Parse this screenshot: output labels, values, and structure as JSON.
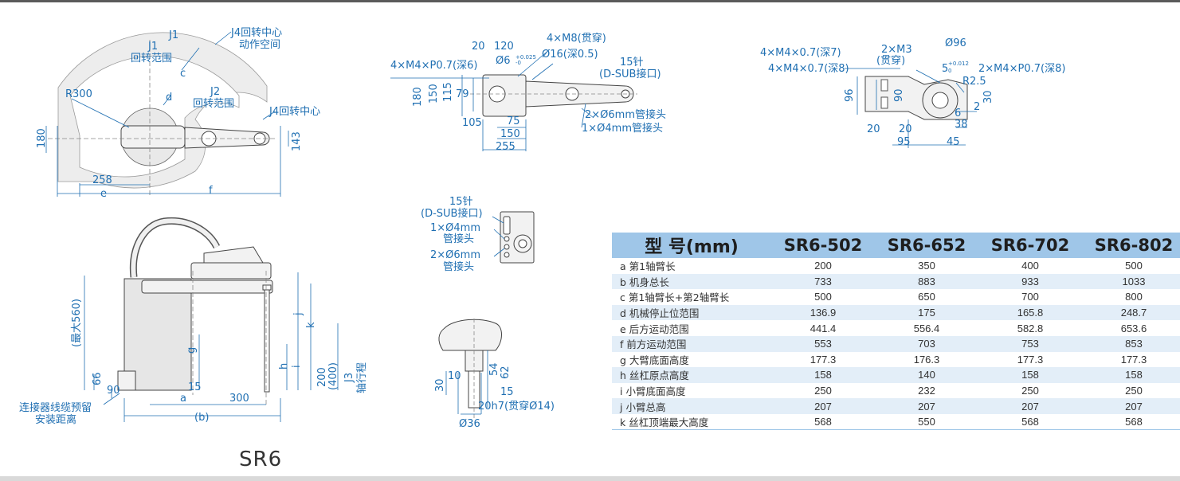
{
  "model": "SR6",
  "top_view": {
    "j1_label": "J1",
    "j1_range": [
      "J1",
      "回转范围"
    ],
    "j4_space": [
      "J4回转中心",
      "动作空间"
    ],
    "c": "c",
    "d": "d",
    "r300": "R300",
    "j2_range": [
      "J2",
      "回转范围"
    ],
    "j4_center": "J4回转中心",
    "dim_180": "180",
    "dim_143": "143",
    "dim_258": "258",
    "e": "e",
    "f": "f"
  },
  "arm_top_view": {
    "tap_m4_p07": "4×M4×P0.7(深6)",
    "dim_20": "20",
    "dim_120": "120",
    "tap_m8": "4×M8(贯穿)",
    "bore_6": "Ø6",
    "bore_6_tol": [
      "+0.025",
      "-0"
    ],
    "bore_16": "Ø16(深0.5)",
    "pin15": [
      "15针",
      "(D-SUB接口)"
    ],
    "dim_180": "180",
    "dim_150": "150",
    "dim_115": "115",
    "dim_79": "79",
    "dim_105": "105",
    "dim_75": "75",
    "dim_150b": "150",
    "dim_255": "255",
    "fitting_6": "2×Ø6mm管接头",
    "fitting_4": "1×Ø4mm管接头"
  },
  "arm_end_view": {
    "tap_m4_7": "4×M4×0.7(深7)",
    "tap_m4_8": "4×M4×0.7(深8)",
    "tap_m3": [
      "2×M3",
      "(贯穿)"
    ],
    "bore_96": "Ø96",
    "bore_5": "5",
    "bore_5_tol": [
      "+0.012",
      "0"
    ],
    "tap_m4_p07_8": "2×M4×P0.7(深8)",
    "r25": "R2.5",
    "dim_30": "30",
    "dim_96": "96",
    "dim_90": "90",
    "dim_6": "6",
    "dim_2": "2",
    "dim_38": "38",
    "dim_20a": "20",
    "dim_20b": "20",
    "dim_95": "95",
    "dim_45": "45"
  },
  "connector_panel": {
    "pin15": [
      "15针",
      "(D-SUB接口)"
    ],
    "fitting_4": [
      "1×Ø4mm",
      "管接头"
    ],
    "fitting_6": [
      "2×Ø6mm",
      "管接头"
    ]
  },
  "side_view": {
    "max560": "(最大560)",
    "dim_66": "66",
    "dim_90": "90",
    "cable_note": [
      "连接器线缆预留",
      "安装距离"
    ],
    "g": "g",
    "a": "a",
    "dim_15": "15",
    "dim_300": "300",
    "b": "(b)",
    "h": "h",
    "i": "i",
    "j": "j",
    "k": "k",
    "stroke_200": "200",
    "stroke_400": "(400)",
    "j3_stroke": [
      "J3",
      "轴行程"
    ]
  },
  "flange_view": {
    "dim_30": "30",
    "dim_10": "10",
    "dim_54": "54",
    "dim_62": "62",
    "dim_15": "15",
    "shaft": "20h7(贯穿Ø14)",
    "bore_36": "Ø36"
  },
  "spec_table": {
    "header": [
      "型 号(mm)",
      "SR6-502",
      "SR6-652",
      "SR6-702",
      "SR6-802"
    ],
    "rows": [
      [
        "a 第1轴臂长",
        "200",
        "350",
        "400",
        "500"
      ],
      [
        "b 机身总长",
        "733",
        "883",
        "933",
        "1033"
      ],
      [
        "c 第1轴臂长+第2轴臂长",
        "500",
        "650",
        "700",
        "800"
      ],
      [
        "d 机械停止位范围",
        "136.9",
        "175",
        "165.8",
        "248.7"
      ],
      [
        "e 后方运动范围",
        "441.4",
        "556.4",
        "582.8",
        "653.6"
      ],
      [
        "f  前方运动范围",
        "553",
        "703",
        "753",
        "853"
      ],
      [
        "g 大臂底面高度",
        "177.3",
        "176.3",
        "177.3",
        "177.3"
      ],
      [
        "h 丝杠原点高度",
        "158",
        "140",
        "158",
        "158"
      ],
      [
        "i  小臂底面高度",
        "250",
        "232",
        "250",
        "250"
      ],
      [
        "j  小臂总高",
        "207",
        "207",
        "207",
        "207"
      ],
      [
        "k 丝杠顶端最大高度",
        "568",
        "550",
        "568",
        "568"
      ]
    ]
  },
  "colors": {
    "dimension": "#1f6fb2",
    "table_header": "#9fc6e8",
    "table_stripe": "#e3eef8",
    "top_rule": "#5a5a5a",
    "bottom_rule": "#d9d9d9"
  }
}
